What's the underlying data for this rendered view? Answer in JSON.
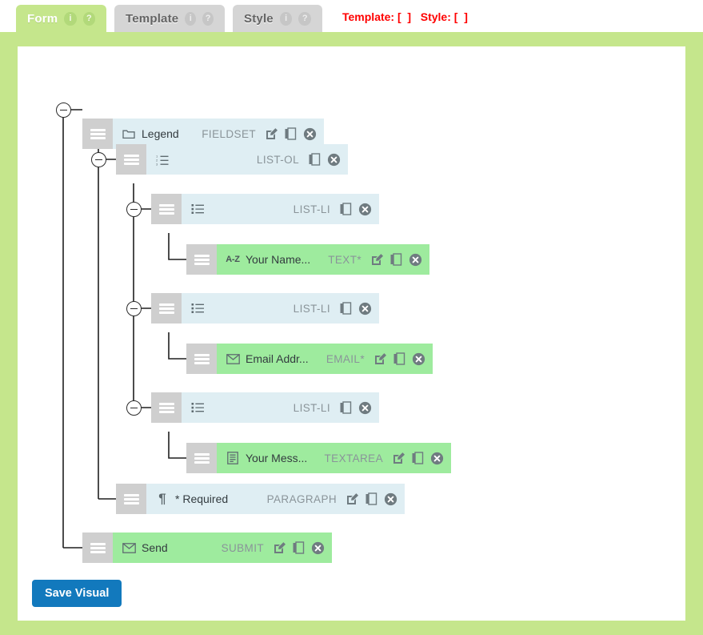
{
  "tabs": [
    {
      "label": "Form",
      "active": true,
      "info_badge": "i",
      "help_badge": "?"
    },
    {
      "label": "Template",
      "active": false,
      "info_badge": "i",
      "help_badge": "?"
    },
    {
      "label": "Style",
      "active": false,
      "info_badge": "i",
      "help_badge": "?"
    }
  ],
  "status_note": "Template: [  ]   Style: [  ]",
  "colors": {
    "panel_green": "#c5e68c",
    "node_blue": "#dfeef3",
    "node_green": "#9eeb9e",
    "handle_gray": "#cfcfcf",
    "save_blue": "#1279bd",
    "status_red": "#ff0000"
  },
  "tree": [
    {
      "id": "fieldset",
      "label": "Legend",
      "type": "FIELDSET",
      "icon": "folder-icon",
      "tone": "blue",
      "has_toggle": true,
      "actions": [
        "edit-icon",
        "copy-icon",
        "delete-icon"
      ]
    },
    {
      "id": "list-ol",
      "label": "",
      "type": "LIST-OL",
      "icon": "ordered-list-icon",
      "tone": "blue",
      "has_toggle": true,
      "actions": [
        "copy-icon",
        "delete-icon"
      ]
    },
    {
      "id": "list-li-1",
      "label": "",
      "type": "LIST-LI",
      "icon": "unordered-list-icon",
      "tone": "blue",
      "has_toggle": true,
      "actions": [
        "copy-icon",
        "delete-icon"
      ]
    },
    {
      "id": "text-field",
      "label": "Your Name...",
      "type": "TEXT*",
      "icon": "az-icon",
      "tone": "green",
      "has_toggle": false,
      "actions": [
        "edit-icon",
        "copy-icon",
        "delete-icon"
      ]
    },
    {
      "id": "list-li-2",
      "label": "",
      "type": "LIST-LI",
      "icon": "unordered-list-icon",
      "tone": "blue",
      "has_toggle": true,
      "actions": [
        "copy-icon",
        "delete-icon"
      ]
    },
    {
      "id": "email-field",
      "label": "Email Addr...",
      "type": "EMAIL*",
      "icon": "envelope-icon",
      "tone": "green",
      "has_toggle": false,
      "actions": [
        "edit-icon",
        "copy-icon",
        "delete-icon"
      ]
    },
    {
      "id": "list-li-3",
      "label": "",
      "type": "LIST-LI",
      "icon": "unordered-list-icon",
      "tone": "blue",
      "has_toggle": true,
      "actions": [
        "copy-icon",
        "delete-icon"
      ]
    },
    {
      "id": "textarea-field",
      "label": "Your Mess...",
      "type": "TEXTAREA",
      "icon": "document-icon",
      "tone": "green",
      "has_toggle": false,
      "actions": [
        "edit-icon",
        "copy-icon",
        "delete-icon"
      ]
    },
    {
      "id": "paragraph",
      "label": "* Required",
      "type": "PARAGRAPH",
      "icon": "pilcrow-icon",
      "tone": "blue",
      "has_toggle": false,
      "actions": [
        "edit-icon",
        "copy-icon",
        "delete-icon"
      ]
    },
    {
      "id": "submit",
      "label": "Send",
      "type": "SUBMIT",
      "icon": "envelope-icon",
      "tone": "green",
      "has_toggle": false,
      "actions": [
        "edit-icon",
        "copy-icon",
        "delete-icon"
      ]
    }
  ],
  "save_button": {
    "label": "Save Visual"
  }
}
